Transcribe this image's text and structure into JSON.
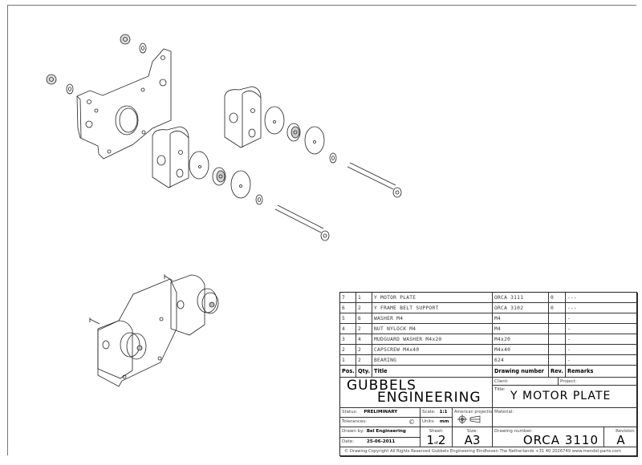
{
  "bom": {
    "headers": {
      "pos": "Pos.",
      "qty": "Qty.",
      "title": "Title",
      "drawing_number": "Drawing number",
      "rev": "Rev.",
      "remarks": "Remarks"
    },
    "rows": [
      {
        "pos": "7",
        "qty": "1",
        "title": "Y MOTOR PLATE",
        "drawing_number": "ORCA 3111",
        "rev": "0",
        "remarks": "---"
      },
      {
        "pos": "6",
        "qty": "2",
        "title": "Y FRAME BELT SUPPORT",
        "drawing_number": "ORCA 3102",
        "rev": "0",
        "remarks": "---"
      },
      {
        "pos": "5",
        "qty": "6",
        "title": "WASHER M4",
        "drawing_number": "M4",
        "rev": "",
        "remarks": "-"
      },
      {
        "pos": "4",
        "qty": "2",
        "title": "NUT NYLOCK M4",
        "drawing_number": "M4",
        "rev": "",
        "remarks": "-"
      },
      {
        "pos": "3",
        "qty": "4",
        "title": "MUDGUARD WASHER M4x20",
        "drawing_number": "M4x20",
        "rev": "",
        "remarks": "-"
      },
      {
        "pos": "2",
        "qty": "2",
        "title": "CAPSCREW M4x40",
        "drawing_number": "M4x40",
        "rev": "",
        "remarks": "-"
      },
      {
        "pos": "1",
        "qty": "2",
        "title": "BEARING",
        "drawing_number": "624",
        "rev": "",
        "remarks": "-"
      }
    ]
  },
  "title_block": {
    "company_line1": "GUBBELS",
    "company_line2": "ENGINEERING",
    "client_label": "Client:",
    "project_label": "Project:",
    "title_label": "Title:",
    "title": "Y MOTOR PLATE",
    "status_label": "Status:",
    "status": "PRELIMINARY",
    "scale_label": "Scale:",
    "scale": "1:1",
    "projection_label": "American projection",
    "material_label": "Material:",
    "tolerances_label": "Tolerances:",
    "units_label": "Units:",
    "units": "mm",
    "drawn_by_label": "Drawn by:",
    "drawn_by": "Bel Engineering",
    "date_label": "Date:",
    "date": "25-06-2011",
    "sheet_label": "Sheet:",
    "sheet": "1",
    "sheet_of": "of",
    "sheet_total": "2",
    "size_label": "Size:",
    "size": "A3",
    "drawing_number_label": "Drawing number:",
    "drawing_number": "ORCA 3110",
    "revision_label": "Revision:",
    "revision": "A",
    "footer": "© Drawing Copyright    All Rights Reserved    Gubbels Engineering    Eindhoven   The Netherlands   +31 40 2026749   www.mendel-parts.com"
  }
}
